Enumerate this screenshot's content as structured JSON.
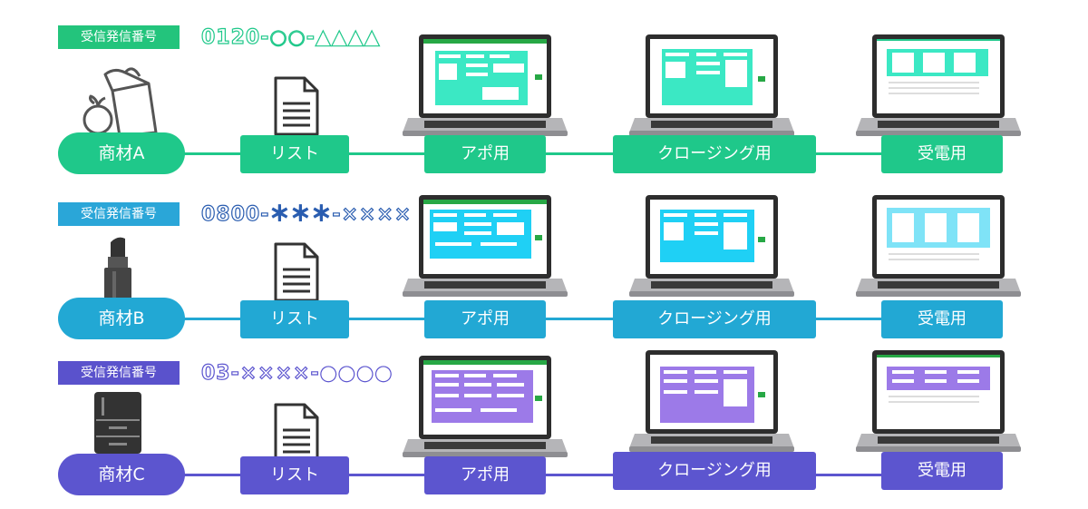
{
  "rows": [
    {
      "badge": "受信発信番号",
      "phone": "0120-○○-▲▲▲▲",
      "product": "商材A",
      "list": "リスト",
      "apo": "アポ用",
      "closing": "クロージング用",
      "receive": "受電用",
      "colors": {
        "main": "#1fc88a",
        "screen": "#3be8c4",
        "badge": "#23c47c"
      },
      "icon": "grocery-bag-icon"
    },
    {
      "badge": "受信発信番号",
      "phone": "0800-＊＊＊-××××",
      "product": "商材B",
      "list": "リスト",
      "apo": "アポ用",
      "closing": "クロージング用",
      "receive": "受電用",
      "colors": {
        "main": "#22a8d4",
        "screen": "#1fd0f5",
        "badge": "#2aa6d8"
      },
      "icon": "lipstick-icon"
    },
    {
      "badge": "受信発信番号",
      "phone": "03-××××-●●●●",
      "product": "商材C",
      "list": "リスト",
      "apo": "アポ用",
      "closing": "クロージング用",
      "receive": "受電用",
      "colors": {
        "main": "#5c55cf",
        "screen": "#9c7ae8",
        "badge": "#5a52cc"
      },
      "icon": "refrigerator-icon"
    }
  ]
}
